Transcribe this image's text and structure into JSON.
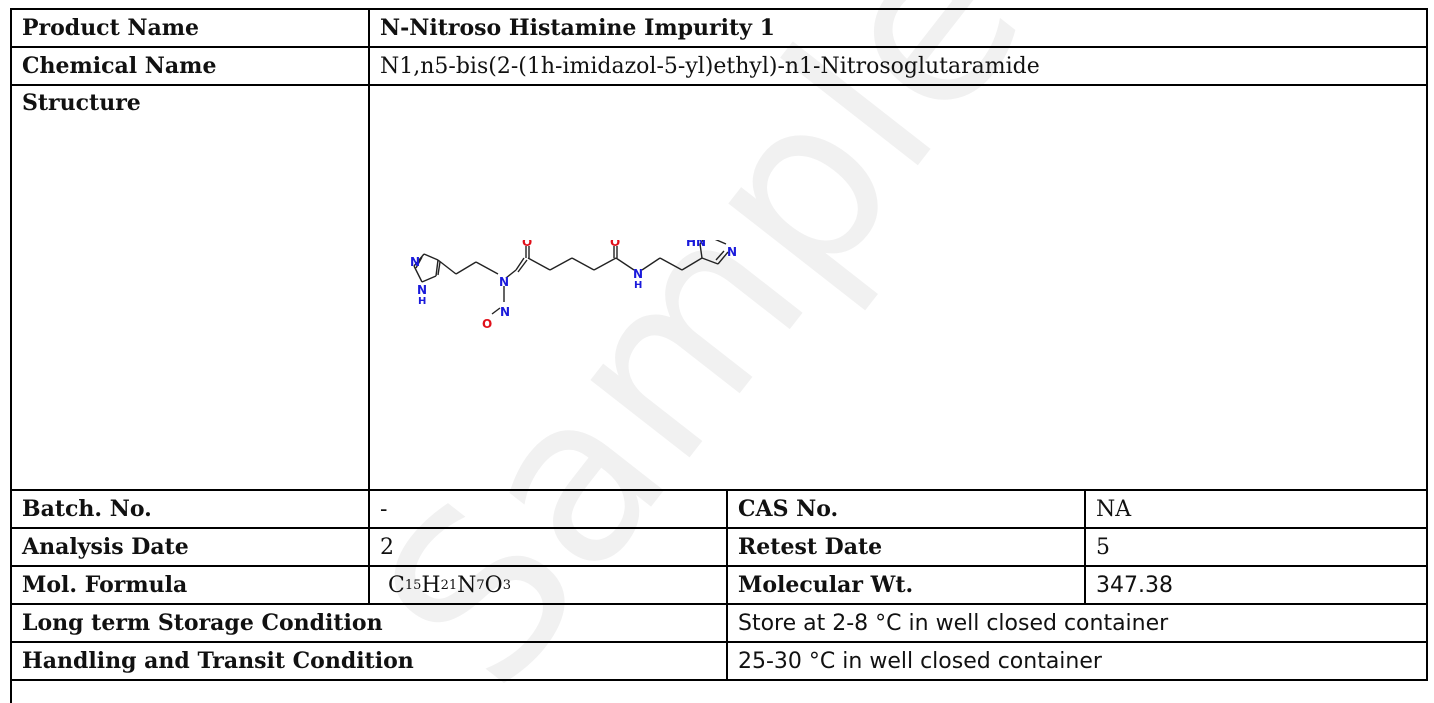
{
  "product_name": {
    "label": "Product Name",
    "value": "N-Nitroso Histamine Impurity 1"
  },
  "chemical_name": {
    "label": "Chemical Name",
    "value": "N1,n5-bis(2-(1h-imidazol-5-yl)ethyl)-n1-Nitrosoglutaramide"
  },
  "structure": {
    "label": "Structure",
    "atoms": {
      "n_left_ring_top": "N",
      "nh_left_ring": "N",
      "h_left_ring": "H",
      "n_nitroso_amide": "N",
      "o_nitroso": "O",
      "n_nitroso": "N",
      "o_carbonyl_left": "O",
      "o_carbonyl_right": "O",
      "n_amide": "N",
      "h_amide": "H",
      "hn_right_ring": "HN",
      "n_right_ring": "N"
    }
  },
  "batch_no": {
    "label": "Batch. No.",
    "value": "-"
  },
  "cas_no": {
    "label": "CAS No.",
    "value": "NA"
  },
  "analysis_date": {
    "label": "Analysis Date",
    "value": "2"
  },
  "retest_date": {
    "label": "Retest Date",
    "value": "5"
  },
  "mol_formula": {
    "label": "Mol. Formula",
    "parts": [
      {
        "el": "C",
        "n": "15"
      },
      {
        "el": "H",
        "n": "21"
      },
      {
        "el": "N",
        "n": "7"
      },
      {
        "el": "O",
        "n": "3"
      }
    ]
  },
  "molecular_wt": {
    "label": "Molecular Wt.",
    "value": "347.38"
  },
  "long_term_storage": {
    "label": "Long term Storage Condition",
    "value": "Store at 2-8 °C in well closed container"
  },
  "handling_transit": {
    "label": "Handling and Transit Condition",
    "value": "25-30 °C in well closed container"
  },
  "watermark": {
    "text": "Sample COA"
  },
  "colors": {
    "nitrogen": "#1a1adb",
    "oxygen": "#e0101a",
    "bond": "#222222",
    "watermark": "#f0f0f0"
  }
}
